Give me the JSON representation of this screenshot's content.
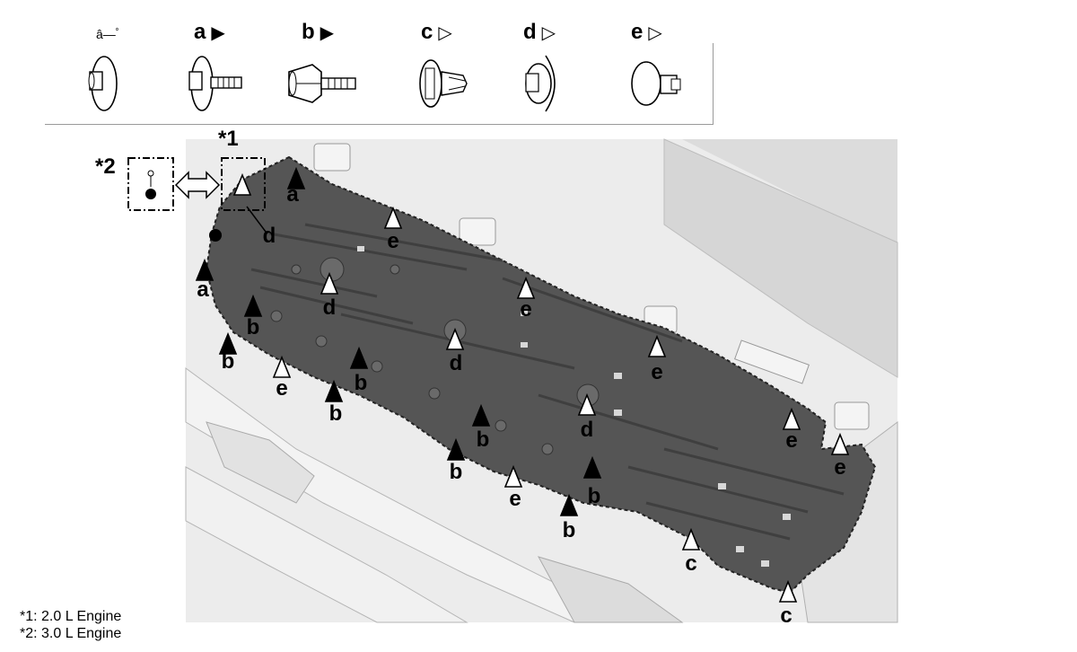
{
  "legend": {
    "header_symbol": "â—ﾟ",
    "items": [
      {
        "letter": "a",
        "arrow": "▶"
      },
      {
        "letter": "b",
        "arrow": "▶"
      },
      {
        "letter": "c",
        "arrow": "▷"
      },
      {
        "letter": "d",
        "arrow": "▷"
      },
      {
        "letter": "e",
        "arrow": "▷"
      }
    ]
  },
  "callouts": {
    "star1": "*1",
    "star2": "*2"
  },
  "markers": [
    {
      "label": "a",
      "style": "solid"
    },
    {
      "label": "a",
      "style": "solid"
    },
    {
      "label": "b",
      "style": "solid"
    },
    {
      "label": "b",
      "style": "solid"
    },
    {
      "label": "b",
      "style": "solid"
    },
    {
      "label": "b",
      "style": "solid"
    },
    {
      "label": "b",
      "style": "solid"
    },
    {
      "label": "b",
      "style": "solid"
    },
    {
      "label": "b",
      "style": "solid"
    },
    {
      "label": "b",
      "style": "solid"
    },
    {
      "label": "c",
      "style": "hollow"
    },
    {
      "label": "c",
      "style": "hollow"
    },
    {
      "label": "d",
      "style": "hollow"
    },
    {
      "label": "d",
      "style": "hollow"
    },
    {
      "label": "d",
      "style": "hollow"
    },
    {
      "label": "d",
      "style": "hollow"
    },
    {
      "label": "e",
      "style": "hollow"
    },
    {
      "label": "e",
      "style": "hollow"
    },
    {
      "label": "e",
      "style": "hollow"
    },
    {
      "label": "e",
      "style": "hollow"
    },
    {
      "label": "e",
      "style": "hollow"
    },
    {
      "label": "e",
      "style": "hollow"
    },
    {
      "label": "e",
      "style": "hollow"
    },
    {
      "label": "e",
      "style": "hollow"
    }
  ],
  "notes": [
    "*1: 2.0 L Engine",
    "*2: 3.0 L Engine"
  ],
  "colors": {
    "shield": "#4f4f4f",
    "shield_edge": "#2a2a2a",
    "background_parts": "#e6e6e6",
    "outline": "#555555"
  }
}
